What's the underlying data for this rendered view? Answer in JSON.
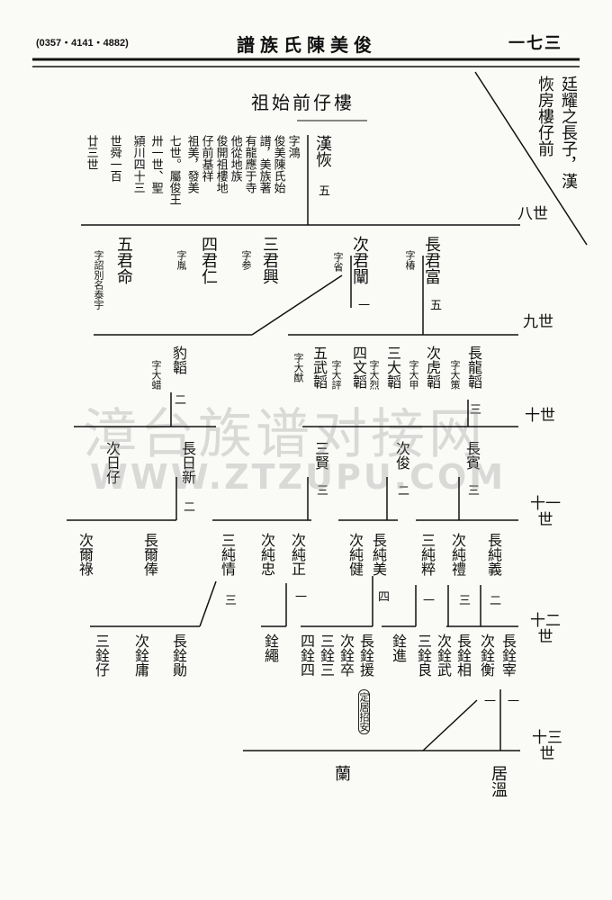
{
  "header": {
    "phone": "(0357・4141・4882)",
    "title": "譜族氏陳美俊",
    "page_number": "一七三"
  },
  "side_note": [
    "廷耀之長子，漢",
    "恢房樓仔前"
  ],
  "section_title": "祖始前仔樓",
  "founder": {
    "name": "漢恢",
    "num": "五"
  },
  "founder_intro": [
    "字鴻",
    "俊美陳氏始",
    "譜，美族著",
    "有龍應于寺",
    "他從地族",
    "俊開祖樓地",
    "仔前基祥",
    "祖美，發美",
    "七世。屬俊王",
    "卅一世、聖",
    "潁川四十三",
    "世舜一百",
    "廿三世"
  ],
  "generations": {
    "g8": "八世",
    "g9": "九世",
    "g10": "十世",
    "g11": "十一世",
    "g12": "十二世",
    "g13": "十三世"
  },
  "watermark": {
    "cn": "漳台族谱对接网",
    "en": "WWW.ZTZUPU.COM"
  },
  "row9": [
    {
      "name": "長君富",
      "zi": "字椿",
      "num": "五"
    },
    {
      "name": "次君闡",
      "zi": "字省",
      "num": "一"
    },
    {
      "name": "三君興",
      "zi": "字参"
    },
    {
      "name": "四君仁",
      "zi": "字胤"
    },
    {
      "name": "五君命",
      "zi": "字詔別名泰宇"
    }
  ],
  "row10": [
    {
      "name": "長龍韜",
      "zi": "字大策",
      "num": "三"
    },
    {
      "name": "次虎韜",
      "zi": "字大甲"
    },
    {
      "name": "三大韜",
      "zi": ""
    },
    {
      "name": "四文韜",
      "zi": "字大烈"
    },
    {
      "name": "五武韜",
      "zi": "字大評"
    },
    {
      "name": "",
      "zi": "字大猷"
    },
    {
      "name": "豹韜",
      "zi": "字大蜡",
      "num": "二"
    }
  ],
  "row11": [
    {
      "name": "長賓",
      "num": "三"
    },
    {
      "name": "次俊",
      "num": "二"
    },
    {
      "name": "三賢",
      "num": "三"
    },
    {
      "name": "長日新",
      "num": "二"
    },
    {
      "name": "次日仔"
    }
  ],
  "row12": [
    {
      "name": "長純義",
      "num": "二"
    },
    {
      "name": "次純禮",
      "num": "三"
    },
    {
      "name": "三純粹",
      "num": "一"
    },
    {
      "name": "長純美",
      "num": "四"
    },
    {
      "name": "次純健"
    },
    {
      "name": "次純正",
      "num": "一"
    },
    {
      "name": "次純忠"
    },
    {
      "name": "三純情",
      "num": "三"
    },
    {
      "name": "長爾俸"
    },
    {
      "name": "次爾祿"
    }
  ],
  "row13": [
    {
      "name": "長銓宰",
      "num": "一"
    },
    {
      "name": "次銓衡",
      "num": "一"
    },
    {
      "name": "長銓相"
    },
    {
      "name": "次銓武"
    },
    {
      "name": "三銓良"
    },
    {
      "name": "銓進"
    },
    {
      "name": "長銓援"
    },
    {
      "name": "次銓卒"
    },
    {
      "name": "三銓三"
    },
    {
      "name": "四銓四"
    },
    {
      "name": "銓繩"
    },
    {
      "name": "長銓勛"
    },
    {
      "name": "次銓庸"
    },
    {
      "name": "三銓仔"
    }
  ],
  "seal_text": "定居招安",
  "row14": [
    {
      "name": "居溫"
    },
    {
      "name": "蘭"
    }
  ]
}
